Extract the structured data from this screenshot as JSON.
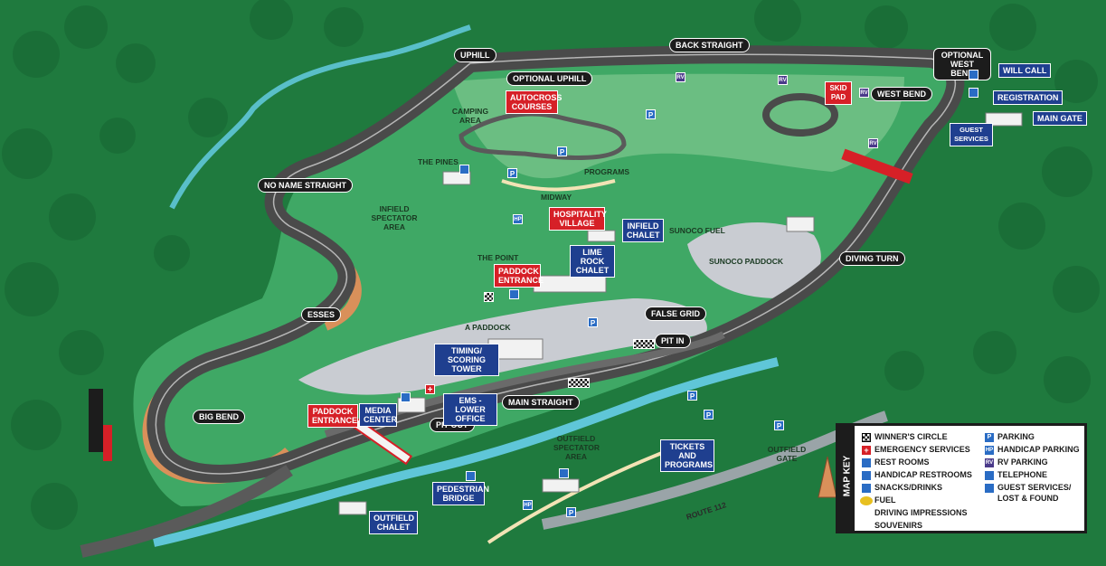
{
  "labels": {
    "uphill": "UPHILL",
    "back_straight": "BACK STRAIGHT",
    "optional_west_bend": "OPTIONAL WEST BEND",
    "optional_uphill": "OPTIONAL UPHILL",
    "west_bend": "WEST BEND",
    "no_name_straight": "NO NAME STRAIGHT",
    "diving_turn": "DIVING TURN",
    "esses": "ESSES",
    "false_grid": "FALSE GRID",
    "pit_in": "PIT IN",
    "main_straight": "MAIN STRAIGHT",
    "pit_out": "PIT OUT",
    "big_bend": "BIG BEND",
    "route_112": "ROUTE 112"
  },
  "blue_labels": {
    "will_call": "WILL CALL",
    "registration": "REGISTRATION",
    "main_gate": "MAIN GATE",
    "guest_services": "GUEST SERVICES",
    "infield_chalet": "INFIELD CHALET",
    "lime_rock_chalet": "LIME ROCK CHALET",
    "timing_tower": "TIMING/ SCORING TOWER",
    "media_center": "MEDIA CENTER",
    "ems_office": "EMS - LOWER OFFICE",
    "tickets_programs": "TICKETS AND PROGRAMS",
    "pedestrian_bridge": "PEDESTRIAN BRIDGE",
    "outfield_chalet": "OUTFIELD CHALET"
  },
  "red_labels": {
    "autocross": "AUTOCROSS COURSES",
    "skid_pad": "SKID PAD",
    "hospitality": "HOSPITALITY VILLAGE",
    "paddock_entrance_top": "PADDOCK ENTRANCE",
    "paddock_entrance_bottom": "PADDOCK ENTRANCE"
  },
  "plain_labels": {
    "camping_area": "CAMPING AREA",
    "the_pines": "THE PINES",
    "programs": "PROGRAMS",
    "midway": "MIDWAY",
    "infield_spectator": "INFIELD SPECTATOR AREA",
    "sunoco_fuel": "SUNOCO FUEL",
    "sunoco_paddock": "SUNOCO PADDOCK",
    "the_point": "THE POINT",
    "a_paddock": "A PADDOCK",
    "outfield_spectator": "OUTFIELD SPECTATOR AREA",
    "outfield_gate": "OUTFIELD GATE"
  },
  "icons": {
    "parking": "P",
    "rv": "RV",
    "handicap": "HP",
    "emergency": "+"
  },
  "legend": {
    "title": "MAP KEY",
    "left": [
      "WINNER'S CIRCLE",
      "EMERGENCY SERVICES",
      "REST ROOMS",
      "HANDICAP RESTROOMS",
      "SNACKS/DRINKS",
      "FUEL",
      "DRIVING IMPRESSIONS",
      "SOUVENIRS"
    ],
    "right": [
      "PARKING",
      "HANDICAP PARKING",
      "RV PARKING",
      "TELEPHONE",
      "GUEST SERVICES/",
      "LOST & FOUND"
    ]
  },
  "colors": {
    "grass": "#2f9a55",
    "forest": "#1f7a3e",
    "track": "#4a4a4a",
    "runoff": "#d9905a",
    "water": "#5fc6d8",
    "label_black": "#1c1c1c",
    "label_blue": "#1f3f8f",
    "label_red": "#d62027"
  }
}
